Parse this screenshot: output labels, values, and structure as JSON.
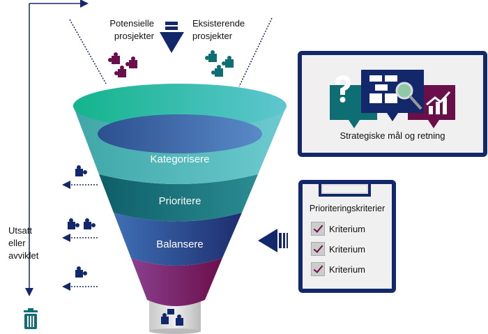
{
  "labels": {
    "potential": "Potensielle prosjekter",
    "existing": "Eksisterende prosjekter",
    "rejected": "Utsatt eller avviklet"
  },
  "funnel": {
    "stages": [
      "Kategorisere",
      "Prioritere",
      "Balansere"
    ]
  },
  "strategy_card": {
    "title": "Strategiske mål og retning"
  },
  "criteria_card": {
    "title": "Prioriteringskriterier",
    "items": [
      "Kriterium",
      "Kriterium",
      "Kriterium"
    ]
  },
  "colors": {
    "navy": "#12286a",
    "teal": "#0f6e73",
    "magenta": "#6b0f4b",
    "green": "#19b48e"
  }
}
